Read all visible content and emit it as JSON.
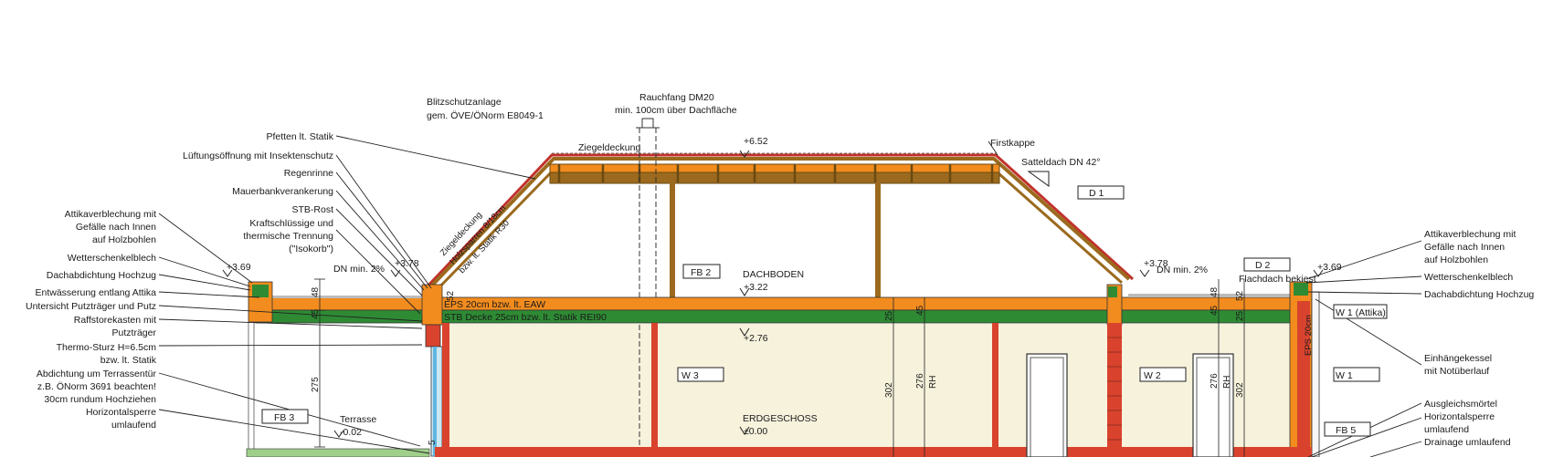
{
  "labels_left": [
    "Pfetten lt. Statik",
    "Lüftungsöffnung mit Insektenschutz",
    "Regenrinne",
    "Mauerbankverankerung",
    "STB-Rost",
    "Kraftschlüssige und",
    "thermische Trennung",
    "(\"Isokorb\")",
    "Attikaverblechung mit",
    "Gefälle nach Innen",
    "auf Holzbohlen",
    "Wetterschenkelblech",
    "Dachabdichtung Hochzug",
    "Entwässerung entlang Attika",
    "Untersicht Putzträger und Putz",
    "Raffstorekasten mit",
    "Putzträger",
    "Thermo-Sturz H=6.5cm",
    "bzw. lt. Statik",
    "Abdichtung um Terrassentür",
    "z.B. ÖNorm 3691 beachten!",
    "30cm rundum Hochziehen",
    "Horizontalsperre",
    "umlaufend"
  ],
  "labels_right": [
    "Attikaverblechung mit",
    "Gefälle nach Innen",
    "auf Holzbohlen",
    "Wetterschenkelblech",
    "Dachabdichtung Hochzug",
    "Einhängekessel",
    "mit Notüberlauf",
    "Ausgleichsmörtel",
    "Horizontalsperre",
    "umlaufend",
    "Drainage umlaufend"
  ],
  "top_notes": {
    "blitz_1": "Blitzschutzanlage",
    "blitz_2": "gem. ÖVE/ÖNorm E8049-1",
    "rauch_1": "Rauchfang DM20",
    "rauch_2": "min. 100cm über Dachfläche",
    "ziegeldeckung": "Ziegeldeckung",
    "firstkappe": "Firstkappe",
    "satteldach": "Satteldach DN 42°",
    "roof_diag_1": "Ziegeldeckung",
    "roof_diag_2": "Holzsparren 8/18cm",
    "roof_diag_3": "bzw. lt. Statik R30"
  },
  "levels": {
    "top": "+6.52",
    "dachboden": "DACHBODEN",
    "dachboden_lvl": "+3.22",
    "ceiling_under": "+2.76",
    "erdgeschoss": "ERDGESCHOSS",
    "eg_lvl": "±0.00",
    "terrasse": "Terrasse",
    "terrasse_lvl": "-0.02",
    "left_attika": "+3.69",
    "left_roof": "+3.78",
    "right_roof": "+3.78",
    "right_attika": "+3.69",
    "dn_left": "DN min. 2%",
    "dn_right": "DN min. 2%",
    "flachdach": "Flachdach bekiest"
  },
  "tags": {
    "d1": "D 1",
    "d2": "D 2",
    "fb2": "FB 2",
    "fb3": "FB 3",
    "fb5": "FB 5",
    "w1_attika": "W 1 (Attika)",
    "w1": "W 1",
    "w2": "W 2",
    "w3": "W 3"
  },
  "slab_labels": {
    "eps": "EPS 20cm bzw. lt. EAW",
    "stb": "STB Decke 25cm bzw. lt. Statik REI90",
    "eps_vertical": "EPS 20cm"
  },
  "dimensions": {
    "d48_left": "48",
    "d45_left": "45",
    "d52": "52",
    "d275": "275",
    "d25_a": "25",
    "d45_a": "45",
    "d302_a": "302",
    "d276_a": "276",
    "rh_a": "RH",
    "d45_b": "45",
    "d48_b": "48",
    "d52_b": "52",
    "d25_b": "25",
    "d276_b": "276",
    "rh_b": "RH",
    "d302_b": "302",
    "d5": "5"
  },
  "colors": {
    "insulation": "#F28C1E",
    "concrete": "#2E8B34",
    "timber": "#9B6A1E",
    "brick": "#D9432E",
    "interior": "#F6F2DC",
    "roof_red": "#C0322A"
  }
}
